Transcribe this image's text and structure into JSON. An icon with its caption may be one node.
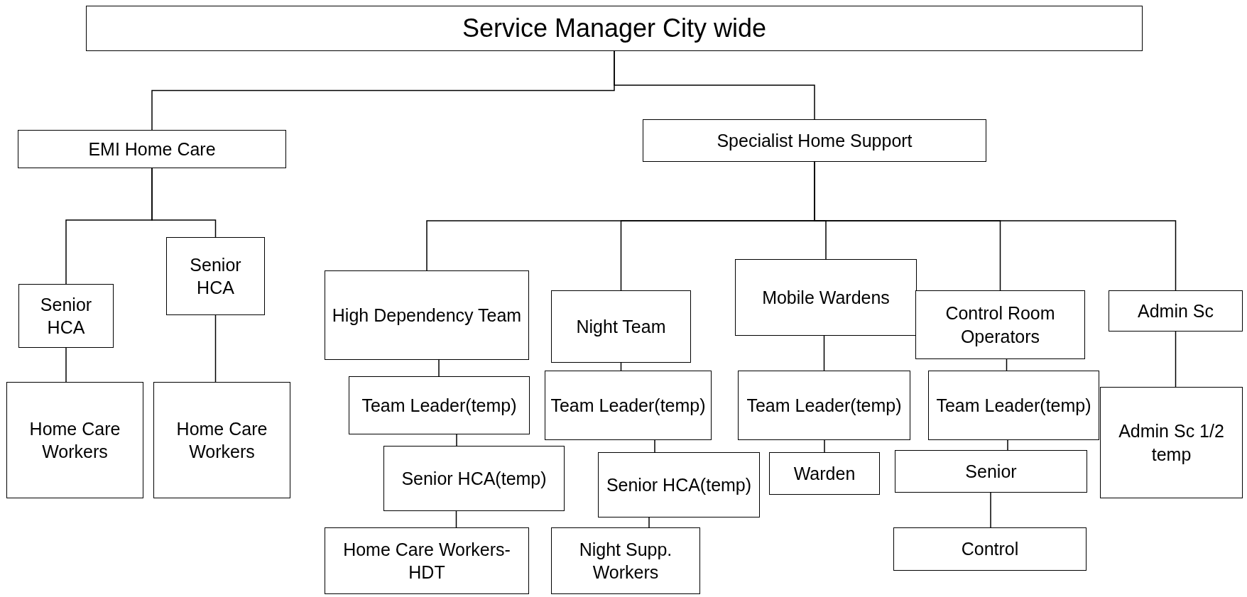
{
  "diagram": {
    "nodes": [
      {
        "text": [
          "Service Manager City wide"
        ]
      },
      {
        "text": [
          "EMI Home Care"
        ]
      },
      {
        "text": [
          "Specialist Home Support"
        ]
      },
      {
        "text": [
          "Senior HCA"
        ]
      },
      {
        "text": [
          "Senior HCA"
        ]
      },
      {
        "text": [
          "Home Care Workers"
        ]
      },
      {
        "text": [
          "Home Care Workers"
        ]
      },
      {
        "text": [
          "High Dependency Team"
        ]
      },
      {
        "text": [
          "Night Team"
        ]
      },
      {
        "text": [
          "Mobile Wardens"
        ]
      },
      {
        "text": [
          "Control Room Operators"
        ]
      },
      {
        "text": [
          "Admin Sc"
        ]
      },
      {
        "text": [
          "Team Leader(temp)"
        ]
      },
      {
        "text": [
          "Team Leader(temp)"
        ]
      },
      {
        "text": [
          "Team Leader(temp)"
        ]
      },
      {
        "text": [
          "Team Leader(temp)"
        ]
      },
      {
        "text": [
          "Admin Sc 1/2 temp"
        ]
      },
      {
        "text": [
          "Senior HCA(temp)"
        ]
      },
      {
        "text": [
          "Senior HCA(temp)"
        ]
      },
      {
        "text": [
          "Warden"
        ]
      },
      {
        "text": [
          "Senior"
        ]
      },
      {
        "text": [
          "Home Care Workers-HDT"
        ]
      },
      {
        "text": [
          "Night Supp. Workers"
        ]
      },
      {
        "text": [
          "Control"
        ]
      }
    ],
    "edges": [
      {
        "from": 0,
        "to": 1,
        "arrow": "none"
      },
      {
        "from": 0,
        "to": 2,
        "arrow": "none"
      },
      {
        "from": 1,
        "to": 3,
        "arrow": "none"
      },
      {
        "from": 1,
        "to": 4,
        "arrow": "none"
      },
      {
        "from": 3,
        "to": 5,
        "arrow": "none"
      },
      {
        "from": 4,
        "to": 6,
        "arrow": "none"
      },
      {
        "from": 2,
        "to": 7,
        "arrow": "none"
      },
      {
        "from": 2,
        "to": 8,
        "arrow": "none"
      },
      {
        "from": 2,
        "to": 9,
        "arrow": "none"
      },
      {
        "from": 2,
        "to": 10,
        "arrow": "none"
      },
      {
        "from": 2,
        "to": 11,
        "arrow": "none"
      },
      {
        "from": 7,
        "to": 12,
        "arrow": "none"
      },
      {
        "from": 12,
        "to": 17,
        "arrow": "none"
      },
      {
        "from": 17,
        "to": 21,
        "arrow": "none"
      },
      {
        "from": 8,
        "to": 13,
        "arrow": "none"
      },
      {
        "from": 13,
        "to": 18,
        "arrow": "none"
      },
      {
        "from": 18,
        "to": 22,
        "arrow": "none"
      },
      {
        "from": 9,
        "to": 14,
        "arrow": "none"
      },
      {
        "from": 14,
        "to": 19,
        "arrow": "none"
      },
      {
        "from": 10,
        "to": 15,
        "arrow": "none"
      },
      {
        "from": 15,
        "to": 20,
        "arrow": "none"
      },
      {
        "from": 20,
        "to": 23,
        "arrow": "none"
      },
      {
        "from": 11,
        "to": 16,
        "arrow": "none"
      }
    ]
  }
}
